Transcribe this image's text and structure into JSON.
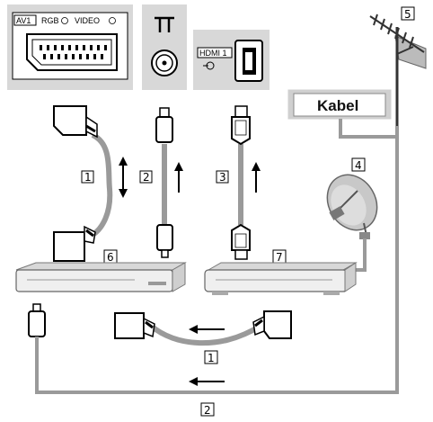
{
  "ports": {
    "av1": "AV1",
    "rgb": "RGB",
    "video": "VIDEO",
    "hdmi": "HDMI 1"
  },
  "kabel": "Kabel",
  "labels": {
    "l1_scart": "1",
    "l2_coax": "2",
    "l3_hdmi": "3",
    "l4_dish": "4",
    "l5_antenna": "5",
    "l6_recorder": "6",
    "l7_receiver": "7",
    "l1_bottom": "1",
    "l2_bottom": "2"
  },
  "icons": [
    "scart-connector",
    "coax-socket",
    "hdmi-socket",
    "satellite-dish",
    "antenna",
    "dvd-recorder",
    "set-top-box"
  ],
  "colors": {
    "panel": "#d8d8d8",
    "cable": "#9a9a9a",
    "device": "#efefef"
  }
}
